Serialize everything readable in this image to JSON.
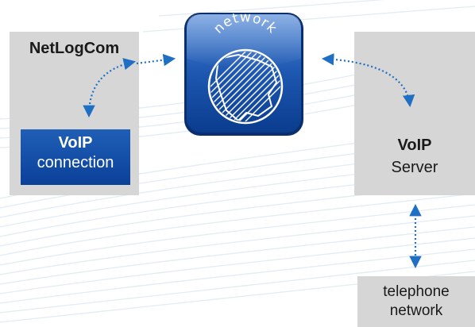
{
  "left_panel": {
    "title": "NetLogCom",
    "voip_connection": {
      "title": "VoIP",
      "subtitle": "connection"
    }
  },
  "network": {
    "label": "network",
    "icon": "globe-icon"
  },
  "server_panel": {
    "title": "VoIP",
    "subtitle": "Server"
  },
  "telephone": {
    "line1": "telephone",
    "line2": "network"
  },
  "colors": {
    "panel_grey": "#d6d6d6",
    "accent_blue": "#0b4099",
    "arrow_blue": "#1f6fc4"
  }
}
